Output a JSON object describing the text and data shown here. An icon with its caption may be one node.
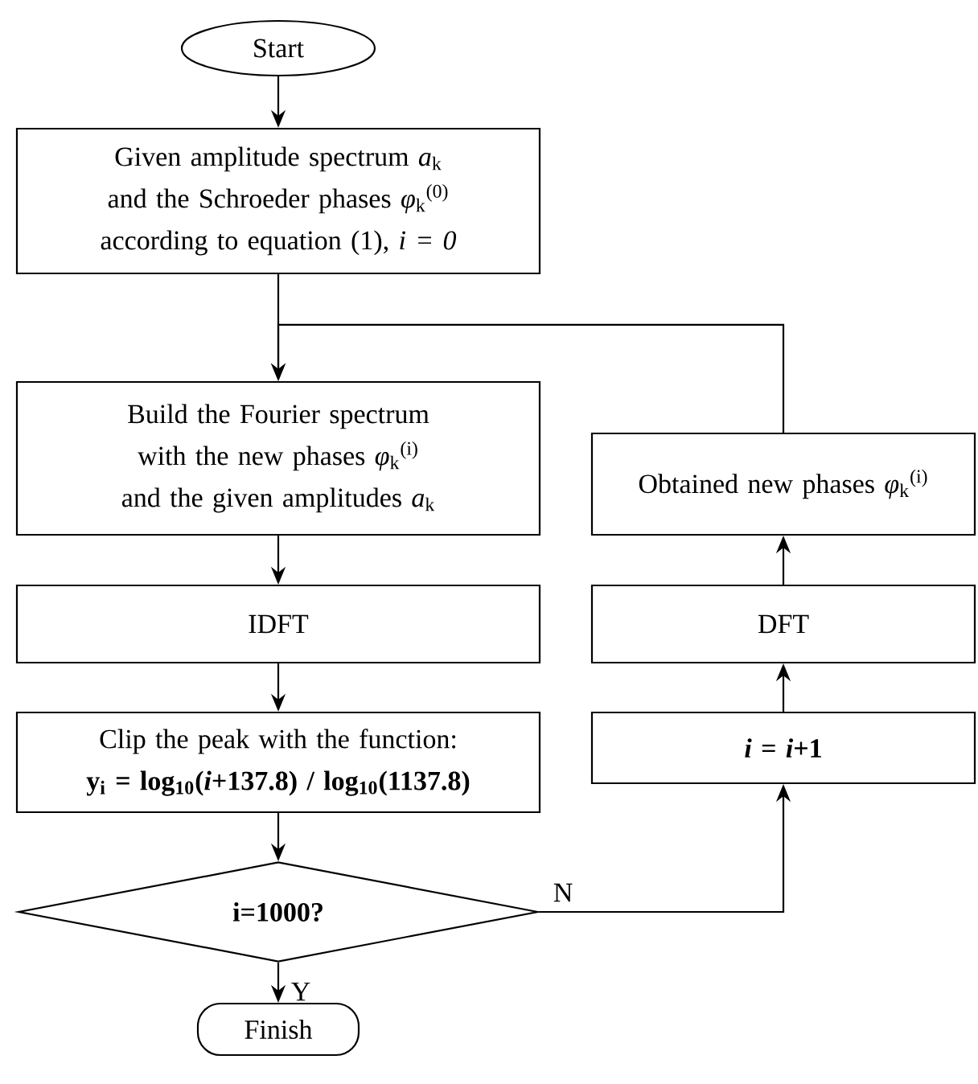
{
  "diagram": {
    "nodes": [
      {
        "text": [
          "Start"
        ]
      },
      {
        "text": [
          "Given amplitude spectrum *a*$_{k}$ and the Schroeder phases *φ*$_{k}$$^{(0)}$ according to equation (1), *i = 0*"
        ]
      },
      {
        "text": [
          "Build the Fourier spectrum with the new phases *φ*$_{k}$$^{(i)}$ and the given amplitudes *a*$_{k}$"
        ]
      },
      {
        "text": [
          "IDFT"
        ]
      },
      {
        "text": [
          "Clip the peak with the function:",
          "y$_{i}$ = log$_{10}$(*i*+137.8) / log$_{10}$(1137.8)"
        ]
      },
      {
        "text": [
          "i=1000?"
        ]
      },
      {
        "text": [
          "Finish"
        ]
      },
      {
        "text": [
          "Obtained new phases *φ*$_{k}$$^{(i)}$"
        ]
      },
      {
        "text": [
          "DFT"
        ]
      },
      {
        "text": [
          "*i* = *i*+1"
        ]
      }
    ],
    "edges": [
      {
        "from": 0,
        "to": 1,
        "arrow": "to"
      },
      {
        "from": 1,
        "to": 2,
        "arrow": "to"
      },
      {
        "from": 2,
        "to": 3,
        "arrow": "to"
      },
      {
        "from": 3,
        "to": 4,
        "arrow": "to"
      },
      {
        "from": 4,
        "to": 5,
        "arrow": "to"
      },
      {
        "from": 5,
        "to": 6,
        "arrow": "to",
        "label": "Y"
      },
      {
        "from": 5,
        "to": 9,
        "arrow": "to",
        "label": "N"
      },
      {
        "from": 9,
        "to": 8,
        "arrow": "to"
      },
      {
        "from": 8,
        "to": 7,
        "arrow": "to"
      },
      {
        "from": 7,
        "to": 2,
        "arrow": "to"
      }
    ]
  }
}
